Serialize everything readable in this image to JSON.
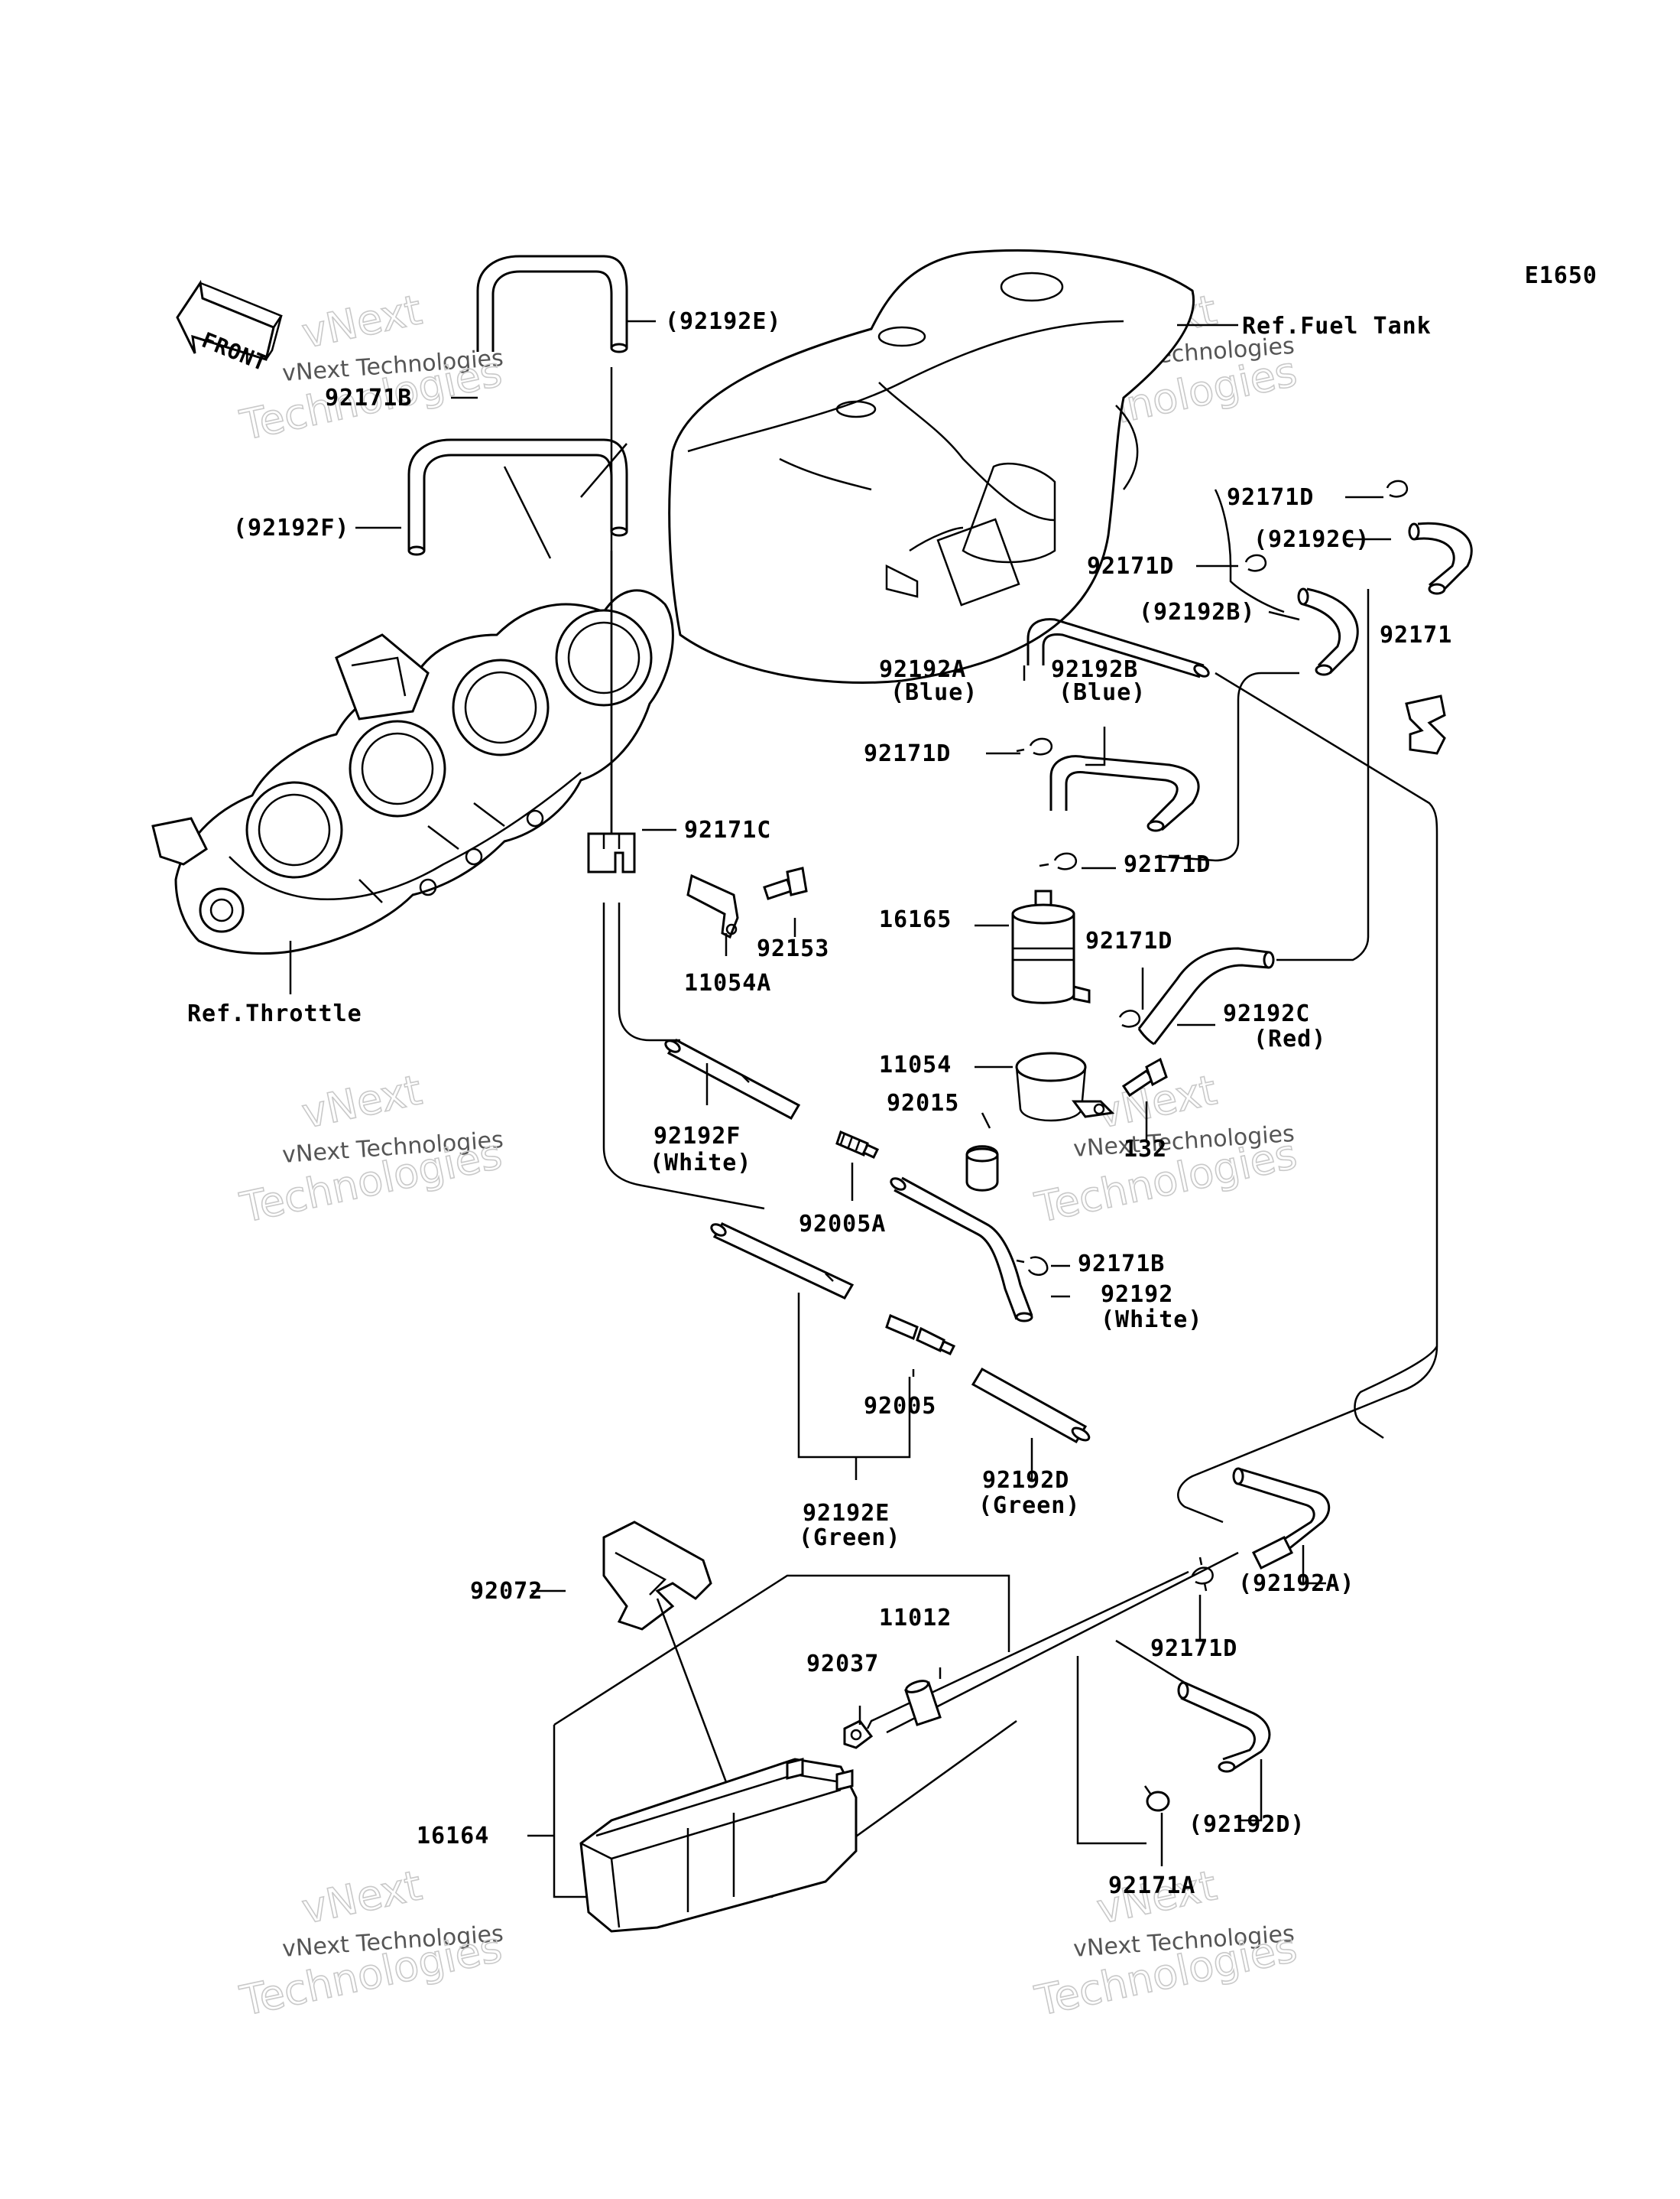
{
  "diagram": {
    "code": "E1650",
    "front_label": "FRONT",
    "refs": {
      "fuel_tank": "Ref.Fuel Tank",
      "throttle": "Ref.Throttle"
    },
    "callouts": [
      {
        "id": "92192E_p",
        "text": "(92192E)"
      },
      {
        "id": "92171B_top",
        "text": "92171B"
      },
      {
        "id": "92192F_p",
        "text": "(92192F)"
      },
      {
        "id": "92171D_1",
        "text": "92171D"
      },
      {
        "id": "92192C_p",
        "text": "(92192C)"
      },
      {
        "id": "92171D_2",
        "text": "92171D"
      },
      {
        "id": "92192B_p",
        "text": "(92192B)"
      },
      {
        "id": "92171",
        "text": "92171"
      },
      {
        "id": "92192A",
        "text": "92192A"
      },
      {
        "id": "blue_a",
        "text": "(Blue)"
      },
      {
        "id": "92192B",
        "text": "92192B"
      },
      {
        "id": "blue_b",
        "text": "(Blue)"
      },
      {
        "id": "92171D_3",
        "text": "92171D"
      },
      {
        "id": "92171C",
        "text": "92171C"
      },
      {
        "id": "92171D_4",
        "text": "92171D"
      },
      {
        "id": "92153",
        "text": "92153"
      },
      {
        "id": "16165",
        "text": "16165"
      },
      {
        "id": "11054A",
        "text": "11054A"
      },
      {
        "id": "92171D_5",
        "text": "92171D"
      },
      {
        "id": "92192C",
        "text": "92192C"
      },
      {
        "id": "red",
        "text": "(Red)"
      },
      {
        "id": "11054",
        "text": "11054"
      },
      {
        "id": "92015",
        "text": "92015"
      },
      {
        "id": "132",
        "text": "132"
      },
      {
        "id": "92192F",
        "text": "92192F"
      },
      {
        "id": "white_f",
        "text": "(White)"
      },
      {
        "id": "92005A",
        "text": "92005A"
      },
      {
        "id": "92171B",
        "text": "92171B"
      },
      {
        "id": "92192",
        "text": "92192"
      },
      {
        "id": "white_2",
        "text": "(White)"
      },
      {
        "id": "92005",
        "text": "92005"
      },
      {
        "id": "92192D",
        "text": "92192D"
      },
      {
        "id": "green_d",
        "text": "(Green)"
      },
      {
        "id": "92192E",
        "text": "92192E"
      },
      {
        "id": "green_e",
        "text": "(Green)"
      },
      {
        "id": "92072",
        "text": "92072"
      },
      {
        "id": "92192A_p",
        "text": "(92192A)"
      },
      {
        "id": "11012",
        "text": "11012"
      },
      {
        "id": "92037",
        "text": "92037"
      },
      {
        "id": "92171D_6",
        "text": "92171D"
      },
      {
        "id": "16164",
        "text": "16164"
      },
      {
        "id": "92192D_p",
        "text": "(92192D)"
      },
      {
        "id": "92171A",
        "text": "92171A"
      }
    ],
    "watermark": {
      "line1": "vNext",
      "line2": "vNext Technologies",
      "line3": "Technologies"
    }
  }
}
